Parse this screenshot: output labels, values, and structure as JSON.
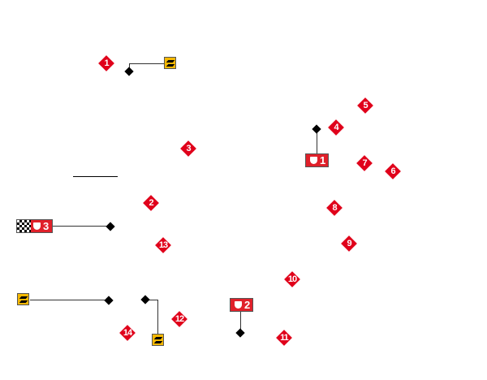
{
  "corners": [
    {
      "n": "1"
    },
    {
      "n": "2"
    },
    {
      "n": "3"
    },
    {
      "n": "4"
    },
    {
      "n": "5"
    },
    {
      "n": "6"
    },
    {
      "n": "7"
    },
    {
      "n": "8"
    },
    {
      "n": "9"
    },
    {
      "n": "10"
    },
    {
      "n": "11"
    },
    {
      "n": "12"
    },
    {
      "n": "13"
    },
    {
      "n": "14"
    }
  ],
  "drs_zones": [
    {
      "label": "1"
    },
    {
      "label": "2"
    },
    {
      "label": "3"
    }
  ],
  "colors": {
    "corner": "#e0001b",
    "sector": "#f5b800",
    "drs": "#e0202a"
  }
}
